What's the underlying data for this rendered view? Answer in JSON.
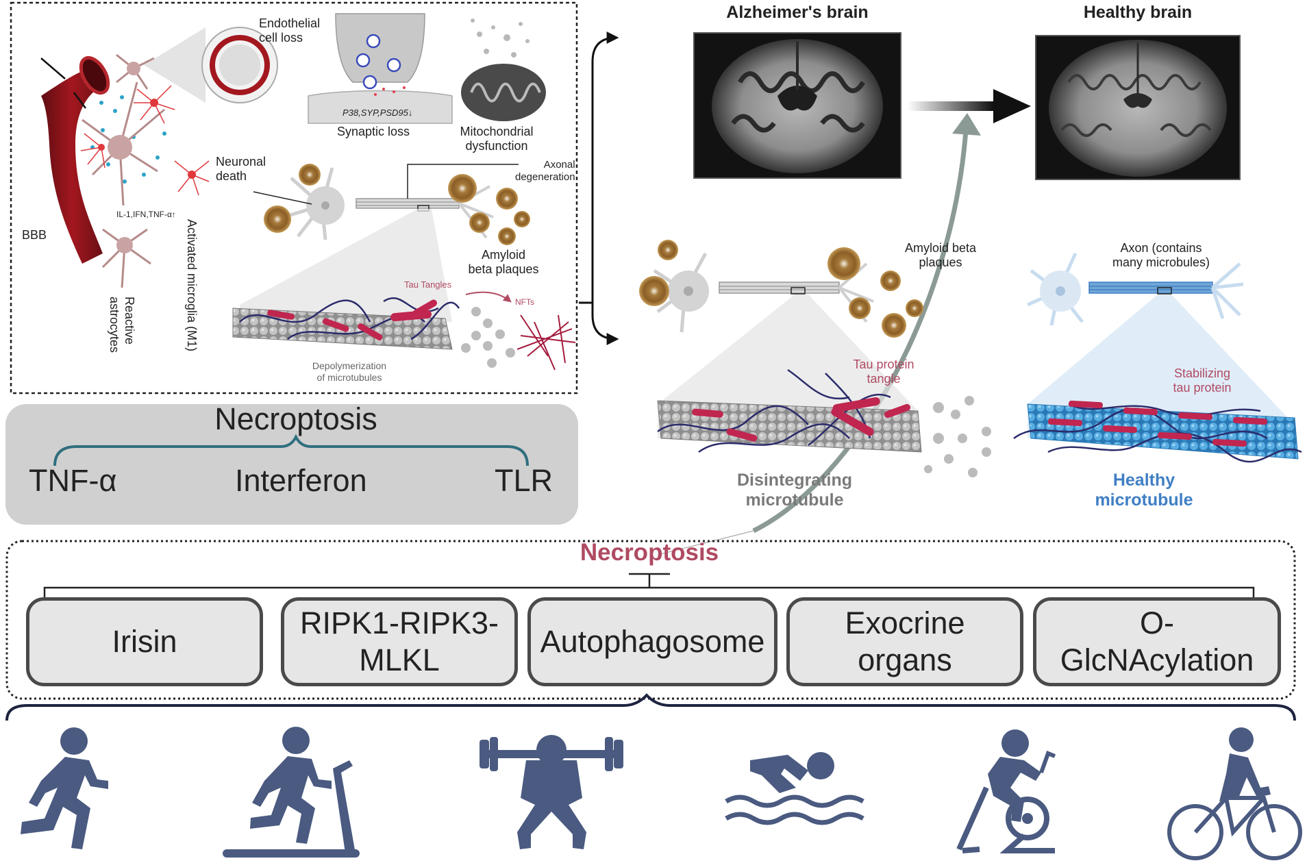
{
  "left_panel": {
    "endothelial": "Endothelial\ncell loss",
    "synaptic_markers": "P38,SYP,PSD95↓",
    "synaptic_loss": "Synaptic loss",
    "mito": "Mitochondrial\ndysfunction",
    "neuronal_death": "Neuronal\ndeath",
    "axonal": "Axonal\ndegeneration",
    "bbb": "BBB",
    "cytokines": "IL-1,IFN,TNF-α↑",
    "microglia": "Activated microglia (M1)",
    "astrocytes": "Reactive\nastrocytes",
    "amyloid": "Amyloid\nbeta plaques",
    "tau_tangles": "Tau Tangles",
    "nfts": "NFTs",
    "depolymerization": "Depolymerization\nof microtubules"
  },
  "necroptosis_box": {
    "title": "Necroptosis",
    "tnf": "TNF-α",
    "interferon": "Interferon",
    "tlr": "TLR"
  },
  "right_panel": {
    "alz_title": "Alzheimer's brain",
    "healthy_title": "Healthy brain",
    "amyloid": "Amyloid beta\nplaques",
    "axon": "Axon (contains\nmany microbules)",
    "tau_tangle": "Tau protein\ntangle",
    "stabilizing": "Stabilizing\ntau protein",
    "disintegrating": "Disintegrating\nmicrotubule",
    "healthy_mt": "Healthy\nmicrotubule"
  },
  "bottom": {
    "necroptosis_label": "Necroptosis",
    "boxes": [
      "Irisin",
      "RIPK1-RIPK3-\nMLKL",
      "Autophagosome",
      "Exocrine\norgans",
      "O-\nGlcNAcylation"
    ],
    "exercise_icons": [
      "running-icon",
      "treadmill-icon",
      "weightlifting-squat-icon",
      "swimming-icon",
      "stationary-bike-icon",
      "cycling-icon"
    ]
  },
  "colors": {
    "accent_red": "#b04a62",
    "healthy_blue": "#3f7fc4",
    "disintegrating_gray": "#7a7a7a",
    "icon_navy": "#4a5a80",
    "box_fill": "#e6e6e6",
    "necro_box_fill": "#d0d0d0",
    "bracket_teal": "#2f6f7e",
    "tangle_crimson": "#b0294f"
  }
}
